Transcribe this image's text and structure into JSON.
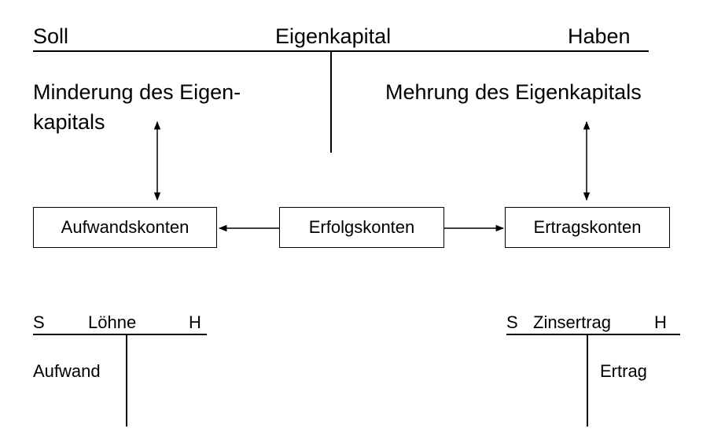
{
  "main_account": {
    "left": "Soll",
    "title": "Eigenkapital",
    "right": "Haben"
  },
  "decrease_label": [
    "Minderung des Eigen-",
    "kapitals"
  ],
  "increase_label": "Mehrung des Eigenkapitals",
  "boxes": {
    "expense": "Aufwandskonten",
    "result": "Erfolgskonten",
    "revenue": "Ertragskonten"
  },
  "expense_account": {
    "left": "S",
    "title": "Löhne",
    "right": "H",
    "entry": "Aufwand"
  },
  "revenue_account": {
    "left": "S",
    "title": "Zinsertrag",
    "right": "H",
    "entry": "Ertrag"
  }
}
